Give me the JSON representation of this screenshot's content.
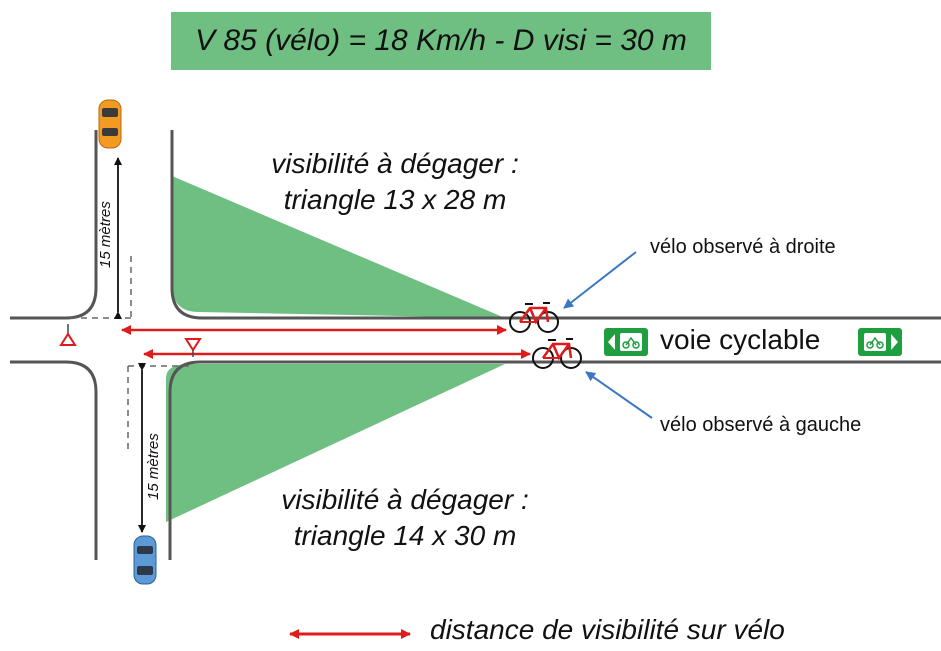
{
  "header": {
    "banner_text": "V 85 (vélo)  = 18 Km/h - D visi = 30 m",
    "banner_color": "#6fbf82"
  },
  "triangles": {
    "top": {
      "line1": "visibilité à dégager :",
      "line2": "triangle 13 x 28 m"
    },
    "bottom": {
      "line1": "visibilité à dégager :",
      "line2": "triangle 14 x 30 m"
    },
    "fill_color": "#6fbf82"
  },
  "distances": {
    "top_left": "15 mètres",
    "bottom_left": "15 mètres"
  },
  "observations": {
    "right": "vélo observé à droite",
    "left": "vélo observé à gauche"
  },
  "voie": {
    "label": "voie cyclable",
    "sign_color": "#1e9e3e"
  },
  "legend": {
    "text": "distance de visibilité sur vélo",
    "arrow_color": "#e01b1b"
  },
  "icons": {
    "car_top": "orange-car-icon",
    "car_bottom": "blue-car-icon",
    "bike": "bicycle-icon",
    "yield": "yield-sign-icon"
  }
}
